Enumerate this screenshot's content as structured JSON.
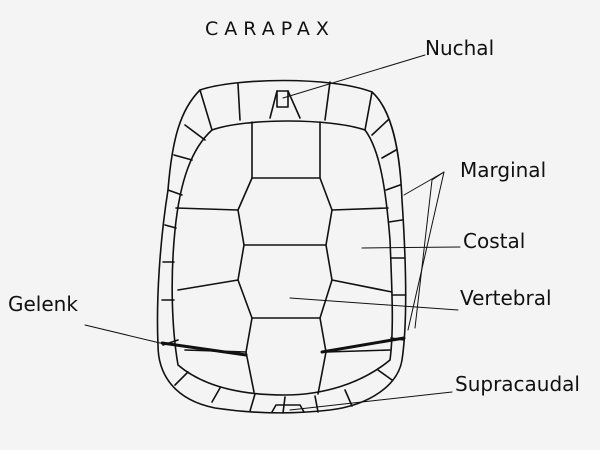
{
  "diagram": {
    "title": "CARAPAX",
    "labels": {
      "nuchal": "Nuchal",
      "marginal": "Marginal",
      "costal": "Costal",
      "vertebral": "Vertebral",
      "supracaudal": "Supracaudal",
      "gelenk": "Gelenk"
    },
    "colors": {
      "ink": "#111111",
      "background": "#f4f4f4"
    }
  }
}
